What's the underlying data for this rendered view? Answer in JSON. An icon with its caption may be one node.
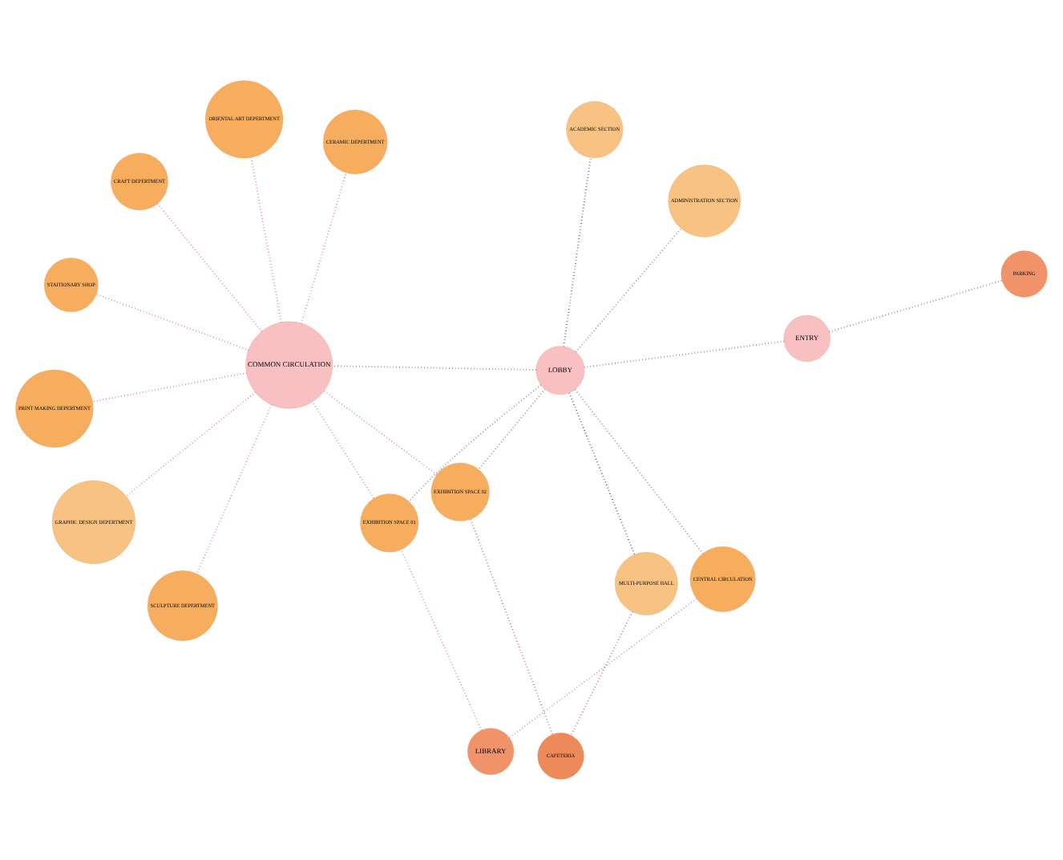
{
  "diagram": {
    "nodes": [
      {
        "text": [
          "GRAPHIC DESIGN DEPERTMENT"
        ]
      },
      {
        "text": [
          "ADMINISTRATION SECTION"
        ]
      },
      {
        "text": [
          "LIBRARY"
        ]
      },
      {
        "text": [
          "ORIENTAL ART DEPERTMENT"
        ]
      },
      {
        "text": [
          "CENTRAL CIRCULATION"
        ]
      },
      {
        "text": [
          "ACADEMIC SECTION"
        ]
      },
      {
        "text": [
          "SCULPTURE DEPERTMENT"
        ]
      },
      {
        "text": [
          "EXHIBITION SPACE 01"
        ]
      },
      {
        "text": [
          "COMMON CIRCULATION"
        ]
      },
      {
        "text": [
          "ENTRY"
        ]
      },
      {
        "text": [
          "LOBBY"
        ]
      },
      {
        "text": [
          "PRINT MAKING DEPERTMENT"
        ]
      },
      {
        "text": [
          "EXHIBITION SPACE 02"
        ]
      },
      {
        "text": [
          "PARKING"
        ]
      },
      {
        "text": [
          "CERAMIC DEPERTMENT"
        ]
      },
      {
        "text": [
          "MULTI-PURPOSE HALL"
        ]
      },
      {
        "text": [
          "CAFETERIA"
        ]
      },
      {
        "text": [
          "CRAFT DEPERTMENT"
        ]
      },
      {
        "text": [
          "STAITIONARY SHOP"
        ]
      }
    ],
    "edges": [
      {
        "from": 9,
        "to": 13,
        "arrow": "none",
        "color": "#5f6b6b"
      },
      {
        "from": 9,
        "to": 10,
        "arrow": "none",
        "color": "#5f6b6b"
      },
      {
        "from": 10,
        "to": 5,
        "arrow": "none",
        "color": "#3f4848"
      },
      {
        "from": 10,
        "to": 1,
        "arrow": "none",
        "color": "#5f6b6b"
      },
      {
        "from": 10,
        "to": 4,
        "arrow": "none",
        "color": "#5f6b6b"
      },
      {
        "from": 10,
        "to": 7,
        "arrow": "none",
        "color": "#5f6b6b"
      },
      {
        "from": 10,
        "to": 8,
        "arrow": "none",
        "color": "#5f6b6b"
      },
      {
        "from": 10,
        "to": 12,
        "arrow": "none",
        "color": "#5f6b6b"
      },
      {
        "from": 10,
        "to": 15,
        "arrow": "none",
        "color": "#2a2a2a"
      },
      {
        "from": 4,
        "to": 2,
        "arrow": "none"
      },
      {
        "from": 2,
        "to": 7,
        "arrow": "none"
      },
      {
        "from": 7,
        "to": 8,
        "arrow": "none"
      },
      {
        "from": 12,
        "to": 8,
        "arrow": "none"
      },
      {
        "from": 12,
        "to": 16,
        "arrow": "none",
        "color": "#a8485a"
      },
      {
        "from": 15,
        "to": 16,
        "arrow": "none",
        "color": "#a8485a"
      },
      {
        "from": 8,
        "to": 0,
        "arrow": "none"
      },
      {
        "from": 8,
        "to": 3,
        "arrow": "none"
      },
      {
        "from": 8,
        "to": 6,
        "arrow": "none"
      },
      {
        "from": 8,
        "to": 11,
        "arrow": "none"
      },
      {
        "from": 8,
        "to": 14,
        "arrow": "none"
      },
      {
        "from": 8,
        "to": 17,
        "arrow": "none"
      },
      {
        "from": 8,
        "to": 18,
        "arrow": "none"
      }
    ]
  }
}
